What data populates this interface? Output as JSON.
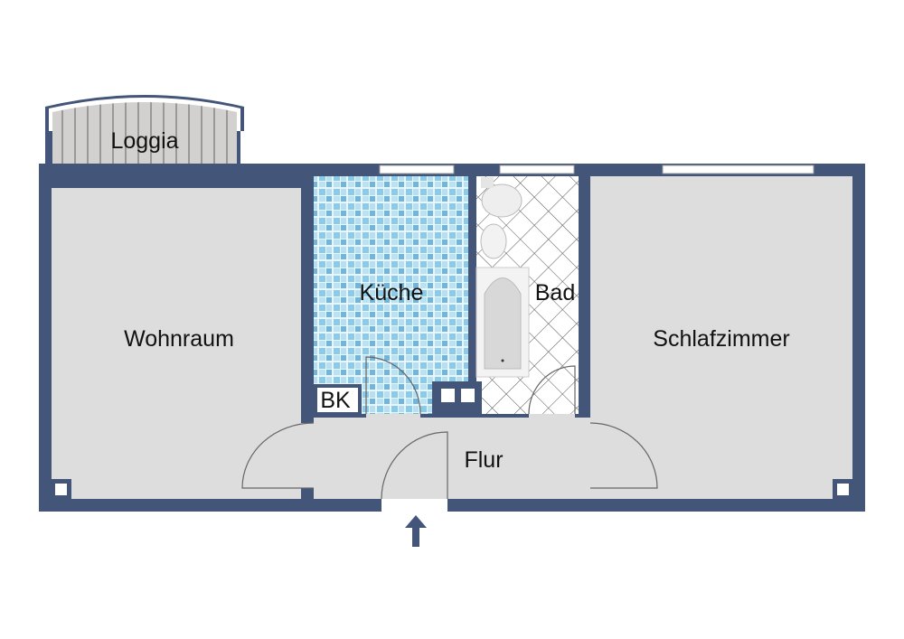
{
  "rooms": {
    "loggia": "Loggia",
    "wohnraum": "Wohnraum",
    "kueche": "Küche",
    "bad": "Bad",
    "schlafzimmer": "Schlafzimmer",
    "flur": "Flur",
    "bk": "BK"
  },
  "colors": {
    "wall": "#44557a",
    "floor": "#dddddd",
    "tile_light": "#a9d8ee",
    "tile_dark": "#6fb8dc"
  }
}
